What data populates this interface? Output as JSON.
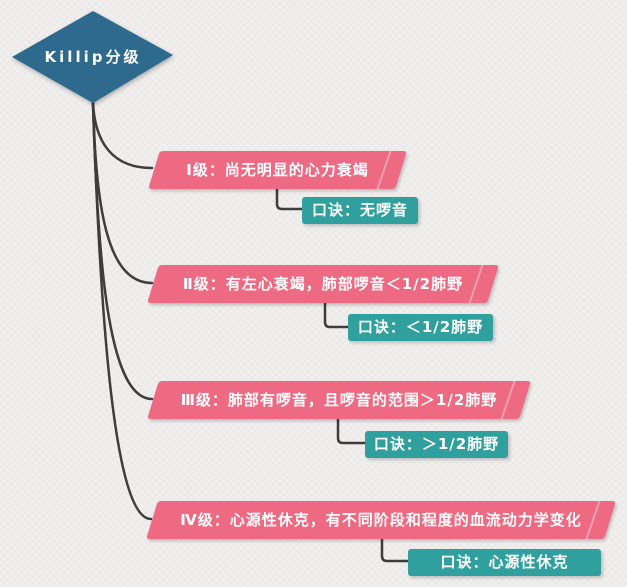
{
  "root": {
    "label": "Killip分级"
  },
  "branches": [
    {
      "label": "Ⅰ级：尚无明显的心力衰竭",
      "mnemonic": "口诀：无啰音"
    },
    {
      "label": "Ⅱ级：有左心衰竭，肺部啰音＜1/2肺野",
      "mnemonic": "口诀：＜1/2肺野"
    },
    {
      "label": "Ⅲ级：肺部有啰音，且啰音的范围＞1/2肺野",
      "mnemonic": "口诀：＞1/2肺野"
    },
    {
      "label": "Ⅳ级：心源性休克，有不同阶段和程度的血流动力学变化",
      "mnemonic": "口诀：心源性休克"
    }
  ],
  "colors": {
    "root": "#2d6a8d",
    "branch": "#ed6a82",
    "mnemonic": "#2fa09d",
    "line": "#3d3d3d",
    "background": "#f0efed",
    "text": "#ffffff"
  }
}
